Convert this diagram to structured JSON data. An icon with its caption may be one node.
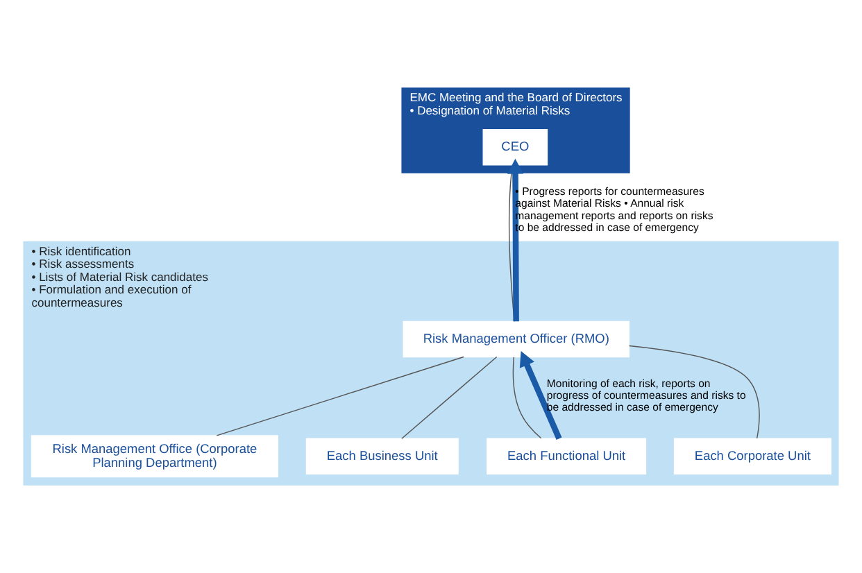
{
  "diagram": {
    "nodes": [
      {
        "text": [
          "EMC Meeting and the Board of Directors",
          "• Designation of Material Risks"
        ]
      },
      {
        "text": [
          "CEO"
        ],
        "in": 0
      },
      {
        "text": [
          "• Risk identification",
          "• Risk assessments",
          "• Lists of Material Risk candidates",
          "• Formulation and execution of countermeasures"
        ]
      },
      {
        "text": [
          "Risk Management Officer (RMO)"
        ],
        "in": 2
      },
      {
        "text": [
          "Risk Management Office (Corporate Planning Department)"
        ],
        "in": 2
      },
      {
        "text": [
          "Each Business Unit"
        ],
        "in": 2
      },
      {
        "text": [
          "Each Functional Unit"
        ],
        "in": 2
      },
      {
        "text": [
          "Each Corporate Unit"
        ],
        "in": 2
      }
    ],
    "edges": [
      {
        "from": 1,
        "to": 3,
        "arrow": "none"
      },
      {
        "from": 3,
        "to": 1,
        "arrow": "to",
        "label": "• Progress reports for countermeasures against Material Risks • Annual risk management reports and reports on risks to be addressed in case of emergency",
        "color": "#1a5aa6",
        "style": "thick"
      },
      {
        "from": 4,
        "to": 3,
        "arrow": "none"
      },
      {
        "from": 5,
        "to": 3,
        "arrow": "none"
      },
      {
        "from": 6,
        "to": 3,
        "arrow": "none"
      },
      {
        "from": 7,
        "to": 3,
        "arrow": "none"
      },
      {
        "from": 6,
        "to": 3,
        "arrow": "to",
        "label": "Monitoring of each risk, reports on progress of countermeasures and risks to be addressed in case of emergency",
        "color": "#1a5aa6",
        "style": "thick"
      }
    ]
  }
}
